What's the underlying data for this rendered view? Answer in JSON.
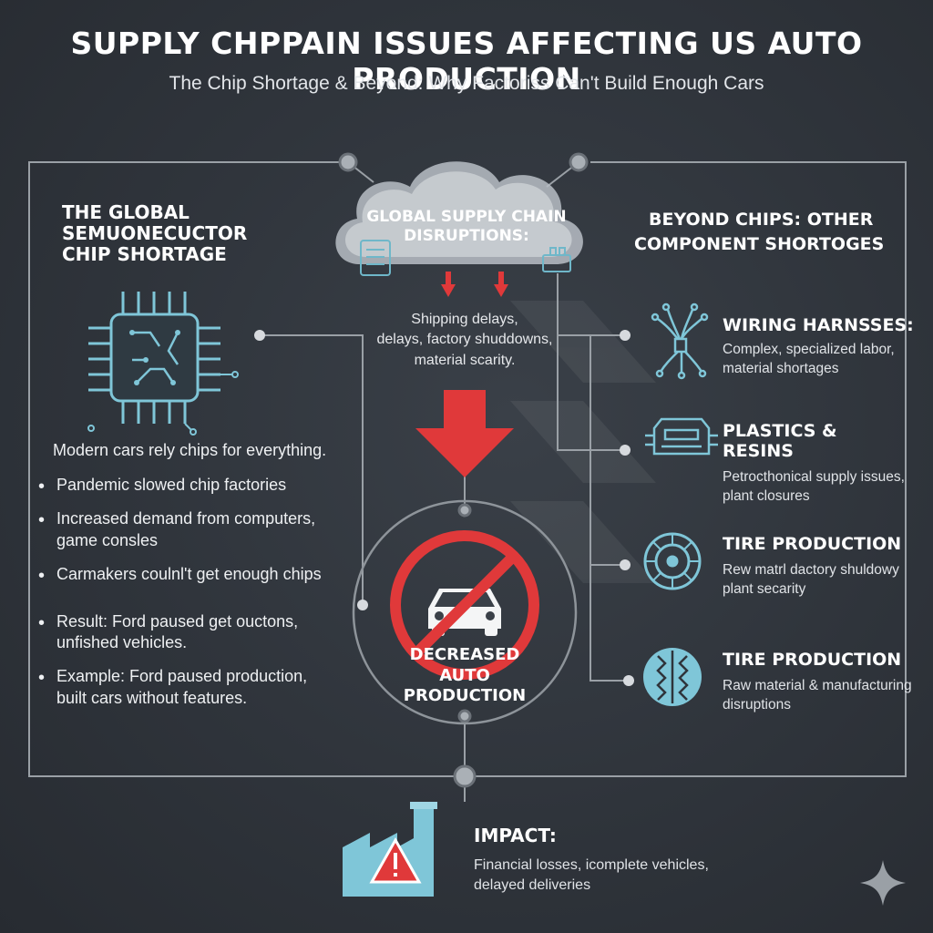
{
  "header": {
    "title": "SUPPLY CHPPAIN ISSUES AFFECTING US AUTO PRODUCTION",
    "subtitle": "The Chip Shortage & Beyond: Why Factoriss Can't Build Enough Cars"
  },
  "left": {
    "heading_lines": [
      "THE GLOBAL",
      "SEMUONECUCTOR",
      "CHIP SHORTAGE"
    ],
    "intro": "Modern cars rely chips for everything.",
    "bullets": [
      "Pandemic slowed chip factories",
      "Increased demand from computers, game consles",
      "Carmakers coulnl't get enough chips",
      "Result: Ford paused get ouctons, unfished vehicles.",
      "Example: Ford paused production, built cars without features."
    ]
  },
  "center": {
    "cloud_lines": [
      "GLOBAL SUPPLY CHAIN",
      "DISRUPTIONS:"
    ],
    "desc_lines": [
      "Shipping delays,",
      "delays, factory shuddowns,",
      "material scarity."
    ],
    "result_lines": [
      "DECREASED",
      "AUTO",
      "PRODUCTION"
    ]
  },
  "right": {
    "heading_lines": [
      "BEYOND CHIPS: OTHER",
      "COMPONENT SHORTOGES"
    ],
    "items": [
      {
        "title": "WIRING HARNSSES:",
        "desc": "Complex, specialized labor, material shortages",
        "icon": "wiring-harness-icon"
      },
      {
        "title": "PLASTICS & RESINS",
        "desc": "Petrocthonical supply issues, plant closures",
        "icon": "dashboard-panel-icon"
      },
      {
        "title": "TIRE PRODUCTION",
        "desc": "Rew matrl dactory shuldowy plant secarity",
        "icon": "tire-icon"
      },
      {
        "title": "TIRE PRODUCTION",
        "desc": "Raw material & manufacturing disruptions",
        "icon": "tire-tread-icon"
      }
    ]
  },
  "impact": {
    "title": "IMPACT:",
    "desc_lines": [
      "Financial losses, icomplete vehicles,",
      "delayed deliveries"
    ]
  },
  "colors": {
    "background": "#2f343b",
    "accent_blue": "#7fc6d8",
    "alert_red": "#e0393a",
    "line_gray": "#9aa0a6"
  }
}
